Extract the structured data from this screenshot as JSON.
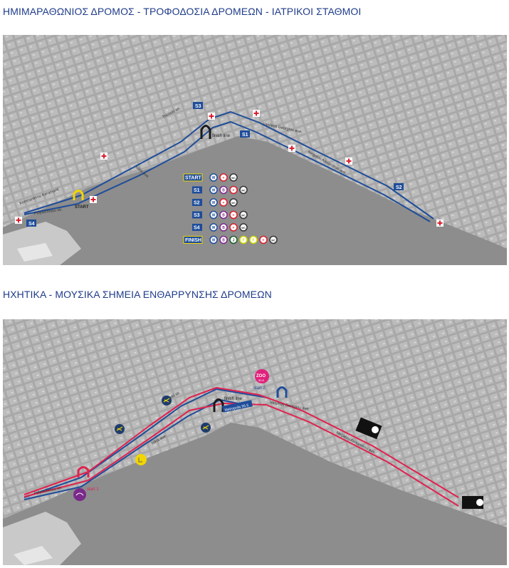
{
  "section1": {
    "title": "ΗΜΙΜΑΡΑΘΩΝΙΟΣ ΔΡΟΜΟΣ - ΤΡΟΦΟΔΟΣΙΑ ΔΡΟΜΕΩΝ - ΙΑΤΡΙΚΟΙ ΣΤΑΘΜΟΙ",
    "map": {
      "streets": {
        "s1": "Tsimiski str.",
        "s2": "Vasileos Georgiou ave.",
        "s3": "Megalou Alexandrou ave.",
        "s4": "Nikis ave.",
        "s5": "Konstantinou Karamanli",
        "s6": "Polytechniou str."
      },
      "start_label": "START",
      "finish_label": "finish line",
      "stations": [
        "S1",
        "S2",
        "S3",
        "S4"
      ],
      "legend": [
        {
          "tag": "START",
          "icons": [
            "W",
            "+",
            "WC"
          ]
        },
        {
          "tag": "S1",
          "icons": [
            "W",
            "B",
            "+",
            "WC"
          ]
        },
        {
          "tag": "S2",
          "icons": [
            "W",
            "+",
            "WC"
          ]
        },
        {
          "tag": "S3",
          "icons": [
            "W",
            "B",
            "+",
            "WC"
          ]
        },
        {
          "tag": "S4",
          "icons": [
            "W",
            "B",
            "+",
            "WC"
          ]
        },
        {
          "tag": "FINISH",
          "icons": [
            "W",
            "B",
            "J",
            "F",
            "F",
            "+",
            "WC"
          ]
        }
      ],
      "colors": {
        "route": "#1f4d9a",
        "medical": "#d81e2f",
        "start_arch": "#f2d600",
        "sea": "#8d8d8d",
        "land": "#bdbdbd"
      }
    }
  },
  "section2": {
    "title": "ΗΧΗΤΙΚΑ - ΜΟΥΣΙΚΑ ΣΗΜΕΙΑ ΕΝΘΑΡΡΥΝΣΗΣ ΔΡΟΜΕΩΝ",
    "map": {
      "streets": {
        "s1": "Tsimiski str.",
        "s2": "Vasileos Georgiou ave.",
        "s3": "Megalou Alexandrou ave.",
        "s4": "Nikis ave.",
        "s5": "Polytechniou str."
      },
      "finish_label": "finish line",
      "start1_label": "start 1",
      "start2_label": "start 2",
      "zoo_label": "ZOO",
      "zoo_sub": "90.8",
      "metropolis_label": "Metropolis 95.5",
      "colors": {
        "route_5k": "#1f4d9a",
        "route_10k": "#e0224f"
      }
    }
  }
}
